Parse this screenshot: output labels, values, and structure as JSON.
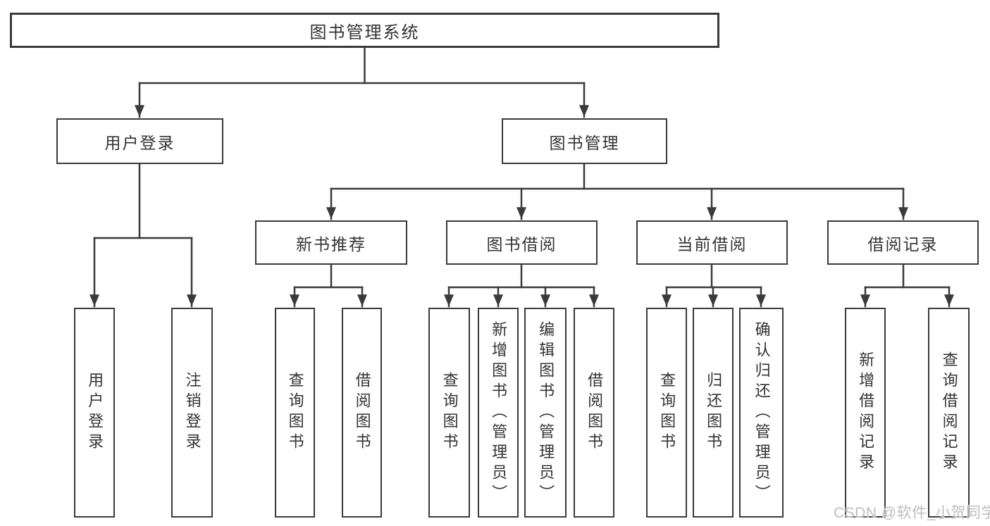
{
  "tree": {
    "label": "图书管理系统",
    "children": [
      {
        "label": "用户登录",
        "children": [
          {
            "label": "用户登录"
          },
          {
            "label": "注销登录"
          }
        ]
      },
      {
        "label": "图书管理",
        "children": [
          {
            "label": "新书推荐",
            "children": [
              {
                "label": "查询图书"
              },
              {
                "label": "借阅图书"
              }
            ]
          },
          {
            "label": "图书借阅",
            "children": [
              {
                "label": "查询图书"
              },
              {
                "label": "新增图书（管理员）"
              },
              {
                "label": "编辑图书（管理员）"
              },
              {
                "label": "借阅图书"
              }
            ]
          },
          {
            "label": "当前借阅",
            "children": [
              {
                "label": "查询图书"
              },
              {
                "label": "归还图书"
              },
              {
                "label": "确认归还（管理员）"
              }
            ]
          },
          {
            "label": "借阅记录",
            "children": [
              {
                "label": "新增借阅记录"
              },
              {
                "label": "查询借阅记录"
              }
            ]
          }
        ]
      }
    ]
  },
  "watermark": {
    "text": "CSDN @软件_小贺同学"
  },
  "colors": {
    "line": "#3a3a3a",
    "text": "#333333",
    "watermark": "#bdbdbd",
    "background": "#ffffff"
  }
}
